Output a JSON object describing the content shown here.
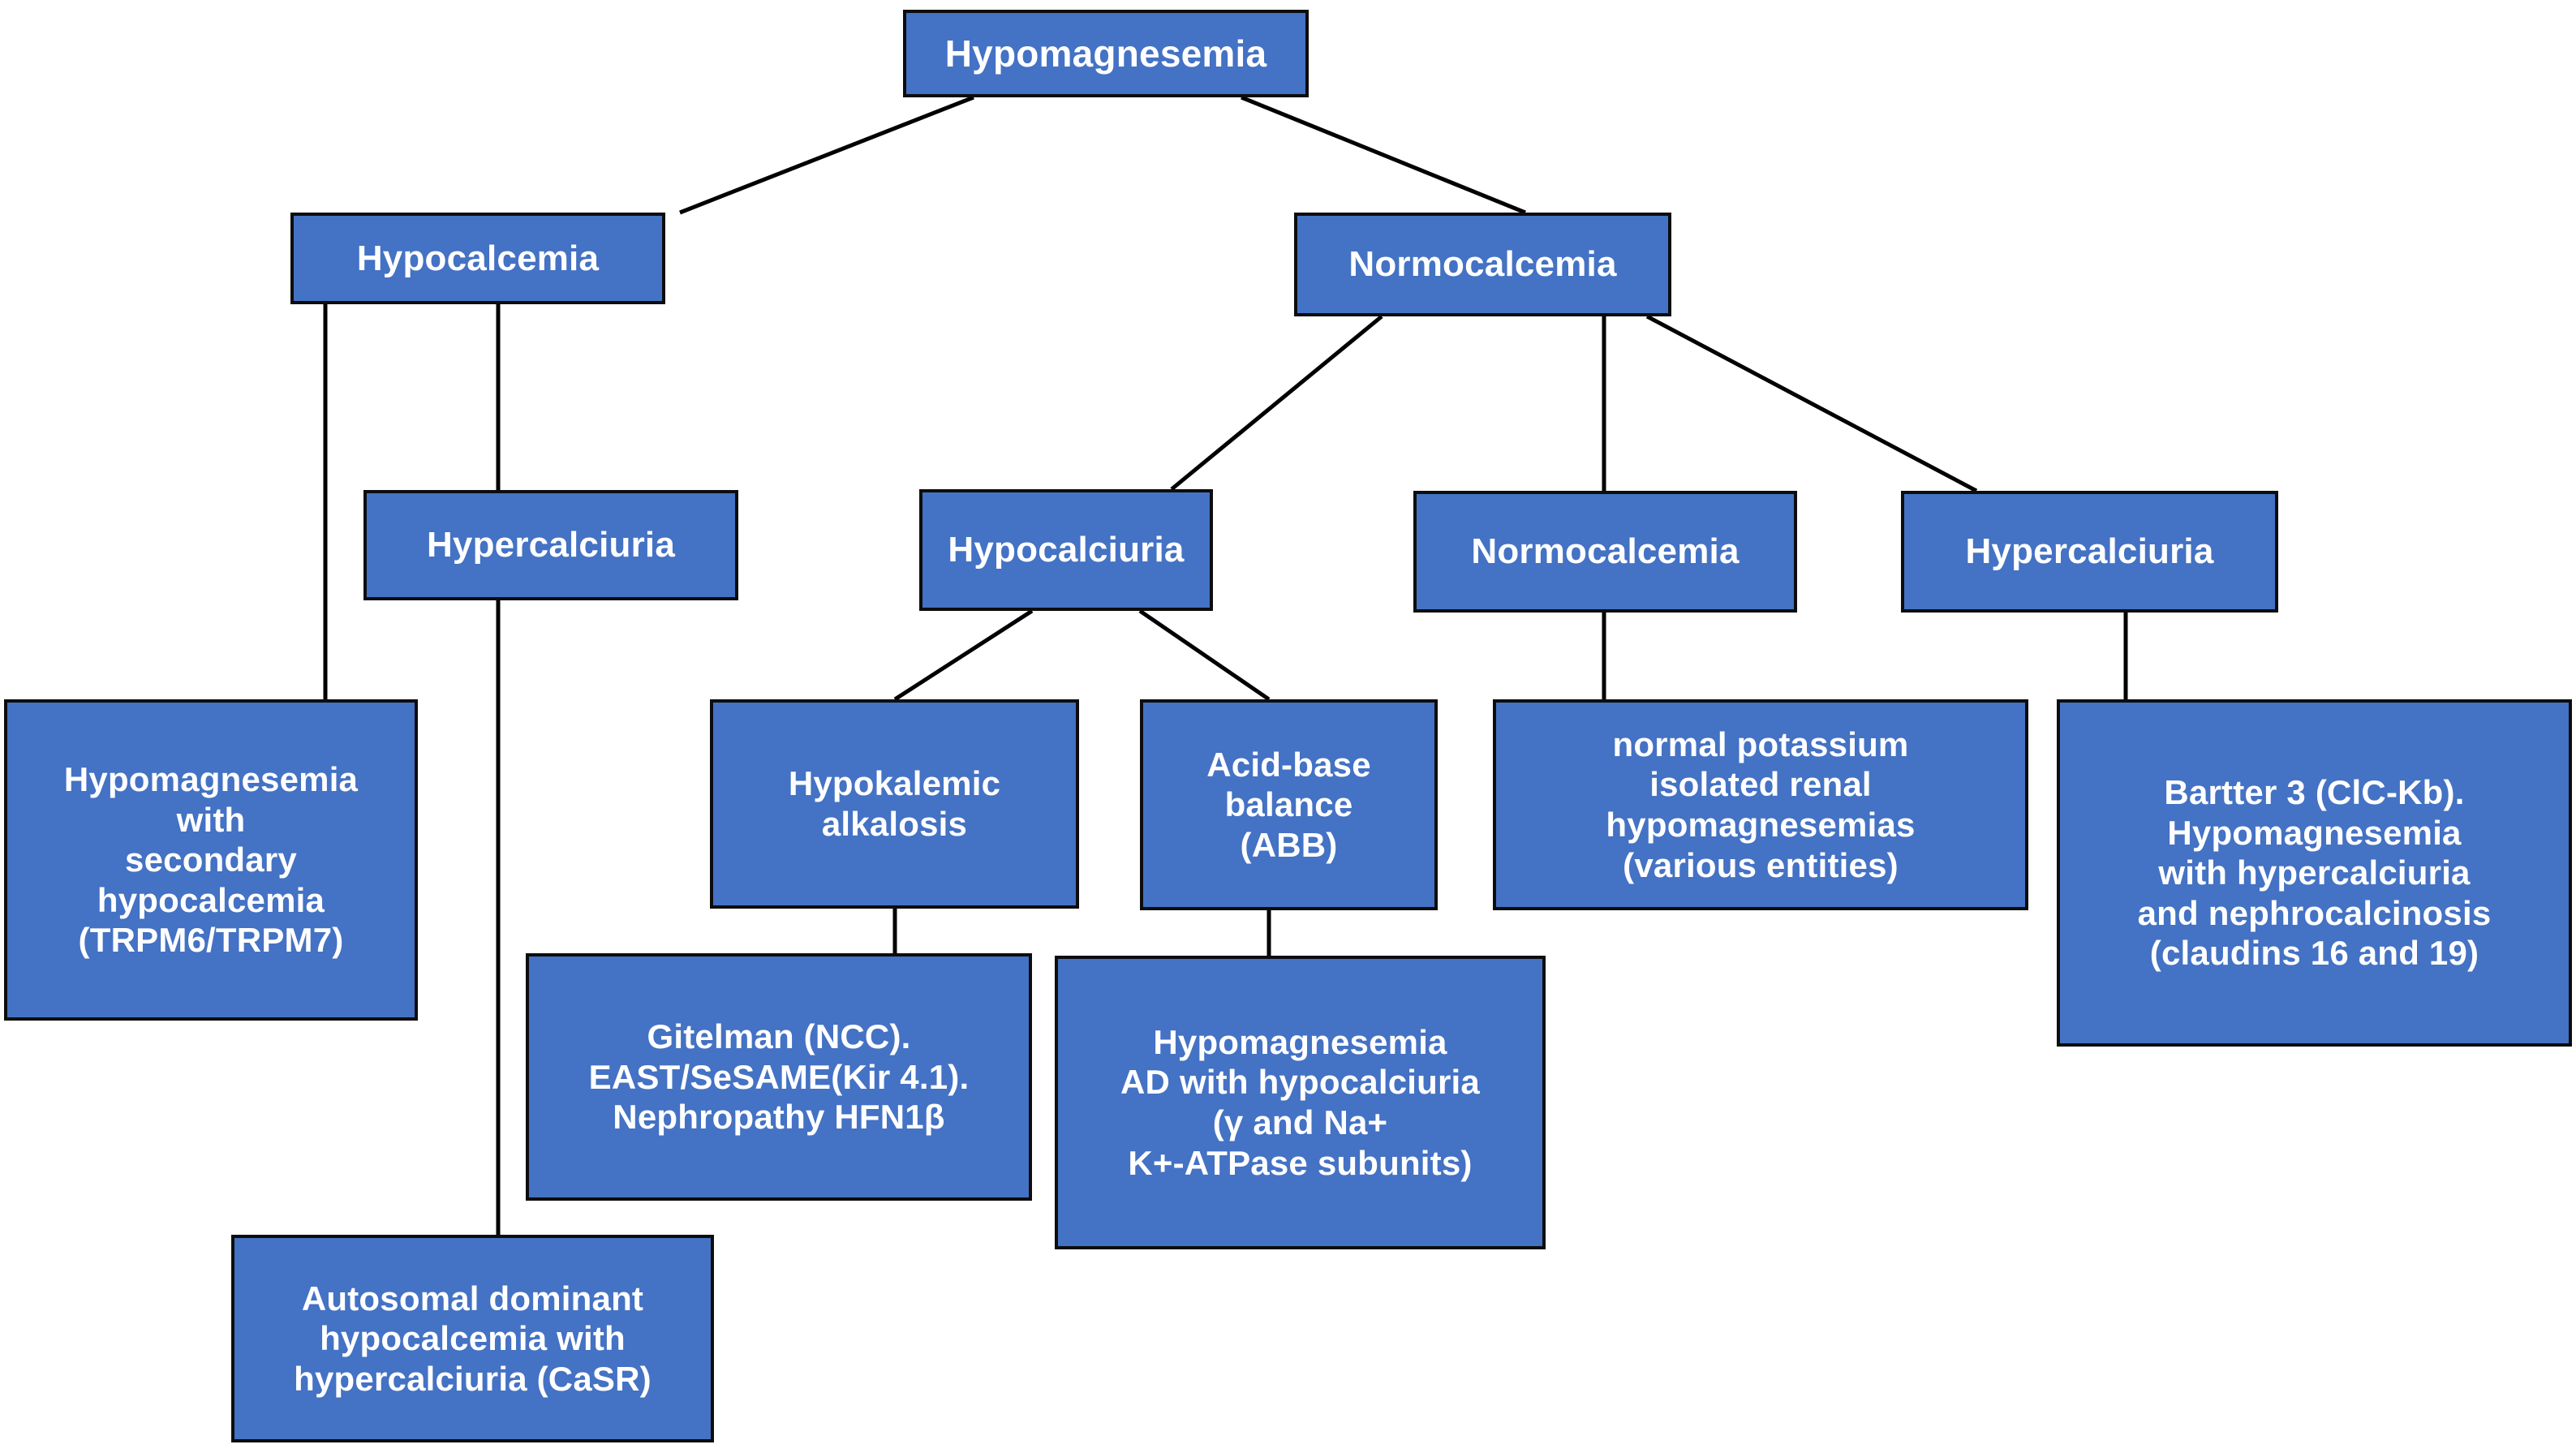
{
  "diagram": {
    "title": "Hypomagnesemia diagnostic classification tree",
    "colors": {
      "node_fill": "#4472C4",
      "node_border": "#0d0d0d",
      "node_text": "#ffffff",
      "edge": "#000000",
      "background": "#ffffff"
    },
    "nodes": [
      {
        "id": "root",
        "label": "Hypomagnesemia"
      },
      {
        "id": "hypocalcemia",
        "label": "Hypocalcemia"
      },
      {
        "id": "normocalcemia",
        "label": "Normocalcemia"
      },
      {
        "id": "hypercalciuria-left",
        "label": "Hypercalciuria"
      },
      {
        "id": "hypocalciuria",
        "label": "Hypocalciuria"
      },
      {
        "id": "normocalcemia-2",
        "label": "Normocalcemia"
      },
      {
        "id": "hypercalciuria-right",
        "label": "Hypercalciuria"
      },
      {
        "id": "trpm",
        "label": "Hypomagnesemia\nwith\nsecondary\nhypocalcemia\n(TRPM6/TRPM7)"
      },
      {
        "id": "casr",
        "label": "Autosomal dominant\nhypocalcemia with\nhypercalciuria (CaSR)"
      },
      {
        "id": "hypokalemic",
        "label": "Hypokalemic\nalkalosis"
      },
      {
        "id": "gitelman",
        "label": "Gitelman (NCC).\nEAST/SeSAME(Kir 4.1).\nNephropathy HFN1β"
      },
      {
        "id": "abb",
        "label": "Acid-base\nbalance\n(ABB)"
      },
      {
        "id": "ad-hypocalciuria",
        "label": "Hypomagnesemia\nAD with hypocalciuria\n(γ and Na+\nK+-ATPase subunits)"
      },
      {
        "id": "normal-potassium",
        "label": "normal potassium\nisolated renal\nhypomagnesemias\n(various entities)"
      },
      {
        "id": "bartter",
        "label": "Bartter 3 (ClC-Kb).\nHypomagnesemia\nwith hypercalciuria\nand nephrocalcinosis\n(claudins 16 and 19)"
      }
    ],
    "edges": [
      {
        "from": "root",
        "to": "hypocalcemia"
      },
      {
        "from": "root",
        "to": "normocalcemia"
      },
      {
        "from": "hypocalcemia",
        "to": "trpm"
      },
      {
        "from": "hypocalcemia",
        "to": "hypercalciuria-left"
      },
      {
        "from": "hypercalciuria-left",
        "to": "casr"
      },
      {
        "from": "normocalcemia",
        "to": "hypocalciuria"
      },
      {
        "from": "normocalcemia",
        "to": "normocalcemia-2"
      },
      {
        "from": "normocalcemia",
        "to": "hypercalciuria-right"
      },
      {
        "from": "hypocalciuria",
        "to": "hypokalemic"
      },
      {
        "from": "hypocalciuria",
        "to": "abb"
      },
      {
        "from": "hypokalemic",
        "to": "gitelman"
      },
      {
        "from": "abb",
        "to": "ad-hypocalciuria"
      },
      {
        "from": "normocalcemia-2",
        "to": "normal-potassium"
      },
      {
        "from": "hypercalciuria-right",
        "to": "bartter"
      }
    ]
  }
}
